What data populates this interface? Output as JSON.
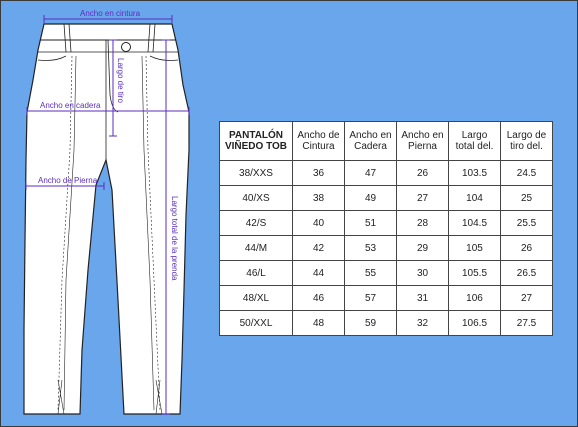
{
  "measurements": {
    "waist": "Ancho en cintura",
    "rise": "Largo de tiro",
    "hip": "Ancho en cadera",
    "leg": "Ancho de Pierna",
    "total_length": "Largo total de la prenda"
  },
  "colors": {
    "background": "#6aa6ec",
    "measure_line": "#5b2dbf",
    "garment_fill": "#ffffff",
    "garment_stroke": "#222222"
  },
  "table": {
    "title_line1": "PANTALÓN",
    "title_line2": "VIÑEDO TOB",
    "headers": [
      [
        "Ancho de",
        "Cintura"
      ],
      [
        "Ancho en",
        "Cadera"
      ],
      [
        "Ancho en",
        "Pierna"
      ],
      [
        "Largo",
        "total del."
      ],
      [
        "Largo de",
        "tiro del."
      ]
    ],
    "rows": [
      [
        "38/XXS",
        "36",
        "47",
        "26",
        "103.5",
        "24.5"
      ],
      [
        "40/XS",
        "38",
        "49",
        "27",
        "104",
        "25"
      ],
      [
        "42/S",
        "40",
        "51",
        "28",
        "104.5",
        "25.5"
      ],
      [
        "44/M",
        "42",
        "53",
        "29",
        "105",
        "26"
      ],
      [
        "46/L",
        "44",
        "55",
        "30",
        "105.5",
        "26.5"
      ],
      [
        "48/XL",
        "46",
        "57",
        "31",
        "106",
        "27"
      ],
      [
        "50/XXL",
        "48",
        "59",
        "32",
        "106.5",
        "27.5"
      ]
    ]
  }
}
